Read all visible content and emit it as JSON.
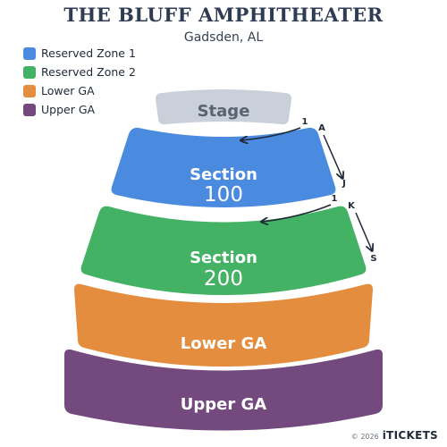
{
  "header": {
    "title": "THE BLUFF AMPHITHEATER",
    "subtitle": "Gadsden, AL"
  },
  "legend": [
    {
      "label": "Reserved Zone 1",
      "color": "#4a8be0"
    },
    {
      "label": "Reserved Zone 2",
      "color": "#44b265"
    },
    {
      "label": "Lower GA",
      "color": "#e48d3f"
    },
    {
      "label": "Upper GA",
      "color": "#744a7e"
    }
  ],
  "map": {
    "stage": {
      "label": "Stage",
      "color": "#c9d0da"
    },
    "sections": [
      {
        "id": "section-100",
        "line1": "Section",
        "line2": "100",
        "color": "#4a8be0",
        "rows": {
          "seat_start": "1",
          "row_first": "A",
          "row_last": "J"
        }
      },
      {
        "id": "section-200",
        "line1": "Section",
        "line2": "200",
        "color": "#44b265",
        "rows": {
          "seat_start": "1",
          "row_first": "K",
          "row_last": "S"
        }
      },
      {
        "id": "lower-ga",
        "line1": "Lower GA",
        "color": "#e48d3f"
      },
      {
        "id": "upper-ga",
        "line1": "Upper GA",
        "color": "#744a7e"
      }
    ]
  },
  "footer": {
    "copyright": "© 2026",
    "brand": "iTICKETS"
  }
}
